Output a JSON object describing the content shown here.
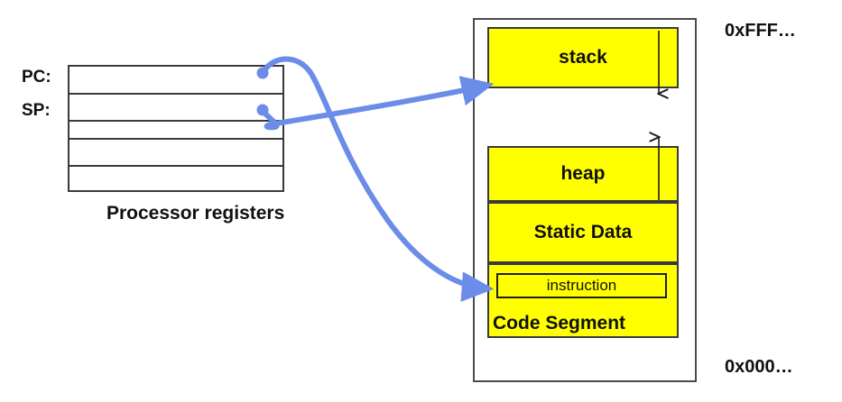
{
  "diagram": {
    "title": "Processor registers and process memory layout",
    "background": "#ffffff"
  },
  "registers": {
    "caption": "Processor registers",
    "labels": [
      {
        "name": "pc",
        "text": "PC:"
      },
      {
        "name": "sp",
        "text": "SP:"
      }
    ],
    "row_count": 5,
    "pointer_dots": [
      {
        "name": "pc-pointer-dot",
        "register": "PC",
        "color": "#6b8ce8"
      },
      {
        "name": "sp-pointer-dot",
        "register": "SP",
        "color": "#6b8ce8"
      }
    ]
  },
  "memory": {
    "address_top": "0xFFF…",
    "address_bottom": "0x000…",
    "segment_fill": "#ffff00",
    "segments": [
      {
        "name": "stack",
        "label": "stack",
        "growth": "down"
      },
      {
        "name": "heap",
        "label": "heap",
        "growth": "up"
      },
      {
        "name": "static-data",
        "label": "Static Data",
        "growth": "none"
      },
      {
        "name": "code-segment",
        "label": "Code Segment",
        "growth": "none"
      }
    ],
    "instruction_box": {
      "label": "instruction"
    },
    "growth_arrows": [
      {
        "name": "stack-growth-arrow",
        "direction": "down"
      },
      {
        "name": "heap-growth-arrow",
        "direction": "up"
      }
    ]
  },
  "pointers": {
    "color": "#6b8ce8",
    "edges": [
      {
        "name": "sp-to-stack",
        "from": "SP",
        "to": "stack"
      },
      {
        "name": "pc-to-instruction",
        "from": "PC",
        "to": "instruction"
      }
    ]
  }
}
